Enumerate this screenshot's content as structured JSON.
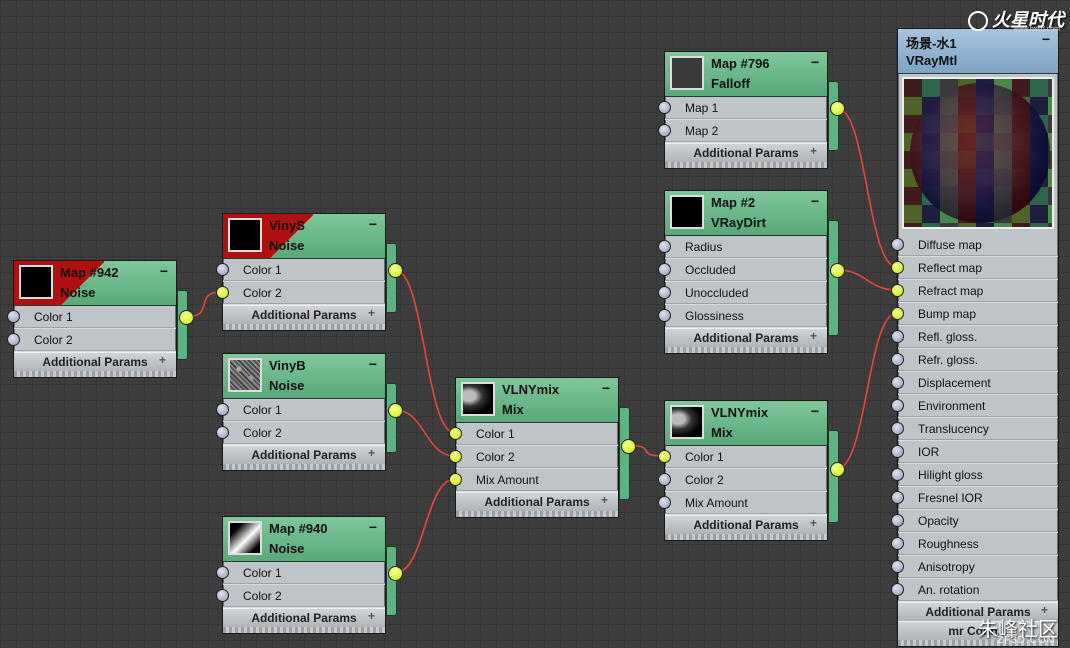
{
  "nodes": {
    "map942": {
      "title": "Map #942",
      "type": "Noise",
      "inputs": [
        "Color 1",
        "Color 2"
      ],
      "more": "Additional Params"
    },
    "vinys": {
      "title": "VinyS",
      "type": "Noise",
      "inputs": [
        "Color 1",
        "Color 2"
      ],
      "more": "Additional Params"
    },
    "vinyb": {
      "title": "VinyB",
      "type": "Noise",
      "inputs": [
        "Color 1",
        "Color 2"
      ],
      "more": "Additional Params"
    },
    "map940": {
      "title": "Map #940",
      "type": "Noise",
      "inputs": [
        "Color 1",
        "Color 2"
      ],
      "more": "Additional Params"
    },
    "mix1": {
      "title": "VLNYmix",
      "type": "Mix",
      "inputs": [
        "Color 1",
        "Color 2",
        "Mix Amount"
      ],
      "more": "Additional Params"
    },
    "mix2": {
      "title": "VLNYmix",
      "type": "Mix",
      "inputs": [
        "Color 1",
        "Color 2",
        "Mix Amount"
      ],
      "more": "Additional Params"
    },
    "map796": {
      "title": "Map #796",
      "type": "Falloff",
      "inputs": [
        "Map 1",
        "Map 2"
      ],
      "more": "Additional Params"
    },
    "map2": {
      "title": "Map #2",
      "type": "VRayDirt",
      "inputs": [
        "Radius",
        "Occluded",
        "Unoccluded",
        "Glossiness"
      ],
      "more": "Additional Params"
    },
    "vraymtl": {
      "title": "场景-水1",
      "type": "VRayMtl",
      "inputs": [
        "Diffuse map",
        "Reflect map",
        "Refract map",
        "Bump map",
        "Refl. gloss.",
        "Refr. gloss.",
        "Displacement",
        "Environment",
        "Translucency",
        "IOR",
        "Hilight gloss",
        "Fresnel IOR",
        "Opacity",
        "Roughness",
        "Anisotropy",
        "An. rotation"
      ],
      "more": "Additional Params",
      "more2": "mr Conn..."
    }
  },
  "collapse_symbol": "−",
  "expand_symbol": "+",
  "watermark_top": "火星时代",
  "watermark_top_sub": "www.hxsd.com",
  "watermark_bottom": "朱峰社区",
  "watermark_bottom_sub": "ZF3D.COM",
  "colors": {
    "header_green": "#63b283",
    "wire": "#e8463c",
    "socket_active": "#d4f000",
    "socket_inactive": "#9aa2c2",
    "red_flag": "#b01010"
  }
}
